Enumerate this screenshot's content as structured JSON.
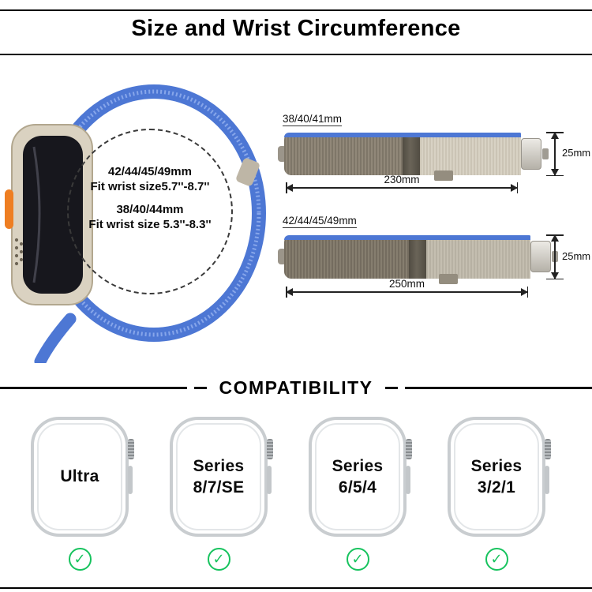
{
  "header": {
    "title": "Size and Wrist Circumference"
  },
  "wrist_sizes": {
    "large_sizes": "42/44/45/49mm",
    "large_fit": "Fit wrist size5.7''-8.7''",
    "small_sizes": "38/40/44mm",
    "small_fit": "Fit wrist size 5.3''-8.3''"
  },
  "band_diagrams": [
    {
      "size_label": "38/40/41mm",
      "length": "230mm",
      "width": "25mm"
    },
    {
      "size_label": "42/44/45/49mm",
      "length": "250mm",
      "width": "25mm"
    }
  ],
  "compatibility": {
    "title": "COMPATIBILITY",
    "check_icon": "✓",
    "models": [
      {
        "line1": "Ultra",
        "line2": ""
      },
      {
        "line1": "Series",
        "line2": "8/7/SE"
      },
      {
        "line1": "Series",
        "line2": "6/5/4"
      },
      {
        "line1": "Series",
        "line2": "3/2/1"
      }
    ]
  },
  "colors": {
    "band_blue": "#4d77d4",
    "action_button_orange": "#ee7e22",
    "check_green": "#17c35e",
    "titanium": "#dad2c1",
    "watch_outline_grey": "#c9cdd0"
  }
}
